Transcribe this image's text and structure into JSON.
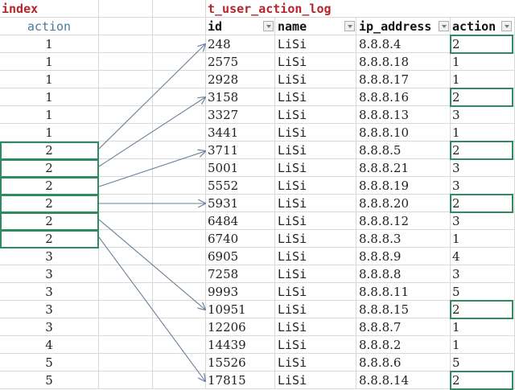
{
  "index_table": {
    "title": "index",
    "column_header": "action",
    "values": [
      "1",
      "1",
      "1",
      "1",
      "1",
      "1",
      "2",
      "2",
      "2",
      "2",
      "2",
      "2",
      "3",
      "3",
      "3",
      "3",
      "3",
      "4",
      "5",
      "5"
    ],
    "highlighted_rows": [
      6,
      7,
      8,
      9,
      10,
      11
    ]
  },
  "log_table": {
    "title": "t_user_action_log",
    "columns": [
      {
        "label": "id",
        "filter_icon": "dropdown-filter-icon"
      },
      {
        "label": "name",
        "filter_icon": "dropdown-filter-icon"
      },
      {
        "label": "ip_address",
        "filter_icon": "dropdown-filter-icon"
      },
      {
        "label": "action",
        "filter_icon": "dropdown-filter-icon"
      }
    ],
    "rows": [
      {
        "id": "248",
        "name": "LiSi",
        "ip": "8.8.8.4",
        "action": "2"
      },
      {
        "id": "2575",
        "name": "LiSi",
        "ip": "8.8.8.18",
        "action": "1"
      },
      {
        "id": "2928",
        "name": "LiSi",
        "ip": "8.8.8.17",
        "action": "1"
      },
      {
        "id": "3158",
        "name": "LiSi",
        "ip": "8.8.8.16",
        "action": "2"
      },
      {
        "id": "3327",
        "name": "LiSi",
        "ip": "8.8.8.13",
        "action": "3"
      },
      {
        "id": "3441",
        "name": "LiSi",
        "ip": "8.8.8.10",
        "action": "1"
      },
      {
        "id": "3711",
        "name": "LiSi",
        "ip": "8.8.8.5",
        "action": "2"
      },
      {
        "id": "5001",
        "name": "LiSi",
        "ip": "8.8.8.21",
        "action": "3"
      },
      {
        "id": "5552",
        "name": "LiSi",
        "ip": "8.8.8.19",
        "action": "3"
      },
      {
        "id": "5931",
        "name": "LiSi",
        "ip": "8.8.8.20",
        "action": "2"
      },
      {
        "id": "6484",
        "name": "LiSi",
        "ip": "8.8.8.12",
        "action": "3"
      },
      {
        "id": "6740",
        "name": "LiSi",
        "ip": "8.8.8.3",
        "action": "1"
      },
      {
        "id": "6905",
        "name": "LiSi",
        "ip": "8.8.8.9",
        "action": "4"
      },
      {
        "id": "7258",
        "name": "LiSi",
        "ip": "8.8.8.8",
        "action": "3"
      },
      {
        "id": "9993",
        "name": "LiSi",
        "ip": "8.8.8.11",
        "action": "5"
      },
      {
        "id": "10951",
        "name": "LiSi",
        "ip": "8.8.8.15",
        "action": "2"
      },
      {
        "id": "12206",
        "name": "LiSi",
        "ip": "8.8.8.7",
        "action": "1"
      },
      {
        "id": "14439",
        "name": "LiSi",
        "ip": "8.8.8.2",
        "action": "1"
      },
      {
        "id": "15526",
        "name": "LiSi",
        "ip": "8.8.8.6",
        "action": "5"
      },
      {
        "id": "17815",
        "name": "LiSi",
        "ip": "8.8.8.14",
        "action": "2"
      }
    ],
    "highlighted_rows": [
      0,
      3,
      6,
      9,
      15,
      19
    ]
  },
  "arrows": [
    {
      "from_index_row": 6,
      "to_log_row": 0
    },
    {
      "from_index_row": 7,
      "to_log_row": 3
    },
    {
      "from_index_row": 8,
      "to_log_row": 6
    },
    {
      "from_index_row": 9,
      "to_log_row": 9
    },
    {
      "from_index_row": 10,
      "to_log_row": 15
    },
    {
      "from_index_row": 11,
      "to_log_row": 19
    }
  ],
  "colors": {
    "title": "#b4252c",
    "highlight_border": "#2e8b62",
    "arrow": "#6a7f9a",
    "gridline": "#d8d8d8",
    "index_header": "#4a7a9a"
  }
}
